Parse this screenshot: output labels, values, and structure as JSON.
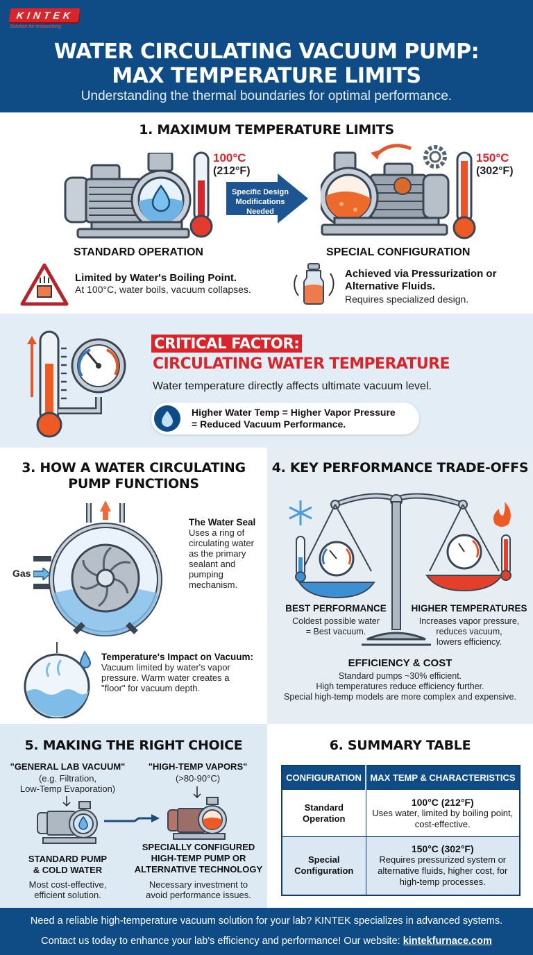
{
  "header": {
    "logo_text": "KINTEK",
    "logo_tagline": "Solution for researching",
    "title_line1": "WATER CIRCULATING VACUUM PUMP:",
    "title_line2": "MAX TEMPERATURE LIMITS",
    "subtitle": "Understanding the thermal boundaries for optimal performance."
  },
  "section1": {
    "title": "1. MAXIMUM TEMPERATURE LIMITS",
    "standard": {
      "temp_c": "100°C",
      "temp_f": "(212°F)",
      "caption": "STANDARD OPERATION",
      "note_bold": "Limited by Water's Boiling Point.",
      "note": "At 100°C, water boils, vacuum collapses."
    },
    "arrow_label": "Specific Design Modifications Needed",
    "special": {
      "temp_c": "150°C",
      "temp_f": "(302°F)",
      "caption": "SPECIAL CONFIGURATION",
      "note_bold_1": "Achieved via Pressurization or",
      "note_bold_2": "Alternative Fluids.",
      "note": "Requires specialized design."
    }
  },
  "section2": {
    "title_line1": "CRITICAL FACTOR:",
    "title_line2": "CIRCULATING WATER TEMPERATURE",
    "description": "Water temperature directly affects ultimate vacuum level.",
    "callout_line1": "Higher Water Temp = Higher Vapor Pressure",
    "callout_line2": "= Reduced Vacuum Performance."
  },
  "section3": {
    "title_line1": "3. HOW A WATER CIRCULATING",
    "title_line2": "PUMP FUNCTIONS",
    "gas_label": "Gas",
    "water_seal_title": "The Water Seal",
    "water_seal_lines": [
      "Uses a ring of",
      "circulating water",
      "as the primary",
      "sealant and",
      "pumping",
      "mechanism."
    ],
    "impact_title": "Temperature's Impact on Vacuum:",
    "impact_lines": [
      "Vacuum limited by water's vapor",
      "pressure. Warm water creates a",
      "\"floor\" for vacuum depth."
    ]
  },
  "section4": {
    "title": "4. KEY PERFORMANCE TRADE-OFFS",
    "best_title": "BEST PERFORMANCE",
    "best_lines": [
      "Coldest possible water",
      "= Best vacuum."
    ],
    "higher_title": "HIGHER TEMPERATURES",
    "higher_lines": [
      "Increases vapor pressure,",
      "reduces vacuum,",
      "lowers efficiency."
    ],
    "eff_title": "EFFICIENCY & COST",
    "eff_lines": [
      "Standard pumps ~30% efficient.",
      "High temperatures reduce efficiency further.",
      "Special high-temp models are more complex and expensive."
    ]
  },
  "section5": {
    "title": "5. MAKING THE RIGHT CHOICE",
    "left_quote": "\"GENERAL LAB VACUUM\"",
    "left_sub_1": "(e.g. Filtration,",
    "left_sub_2": "Low-Temp Evaporation)",
    "right_quote": "\"HIGH-TEMP VAPORS\"",
    "right_sub": "(>80-90°C)",
    "left_cap_1": "STANDARD PUMP",
    "left_cap_2": "& COLD WATER",
    "left_desc_1": "Most cost-effective,",
    "left_desc_2": "efficient solution.",
    "right_cap_1": "SPECIALLY CONFIGURED",
    "right_cap_2": "HIGH-TEMP PUMP OR",
    "right_cap_3": "ALTERNATIVE TECHNOLOGY",
    "right_desc_1": "Necessary investment to",
    "right_desc_2": "avoid performance issues."
  },
  "section6": {
    "title": "6. SUMMARY TABLE",
    "columns": [
      "CONFIGURATION",
      "MAX TEMP & CHARACTERISTICS"
    ],
    "rows": [
      {
        "config_1": "Standard",
        "config_2": "Operation",
        "temp": "100°C (212°F)",
        "desc": "Uses water, limited by boiling point, cost-effective."
      },
      {
        "config_1": "Special",
        "config_2": "Configuration",
        "temp": "150°C (302°F)",
        "desc": "Requires pressurized system or alternative fluids, higher cost, for high-temp processes."
      }
    ]
  },
  "footer": {
    "line1": "Need a reliable high-temperature vacuum solution for your lab? KINTEK specializes in advanced systems.",
    "line2_prefix": "Contact us today to enhance your lab's efficiency and performance! Our website: ",
    "link": "kintekfurnace.com"
  },
  "colors": {
    "brand_blue": "#0f4c85",
    "alert_red": "#d7252b",
    "water_blue": "#5aa7dc",
    "hot_orange": "#ee5a24"
  }
}
